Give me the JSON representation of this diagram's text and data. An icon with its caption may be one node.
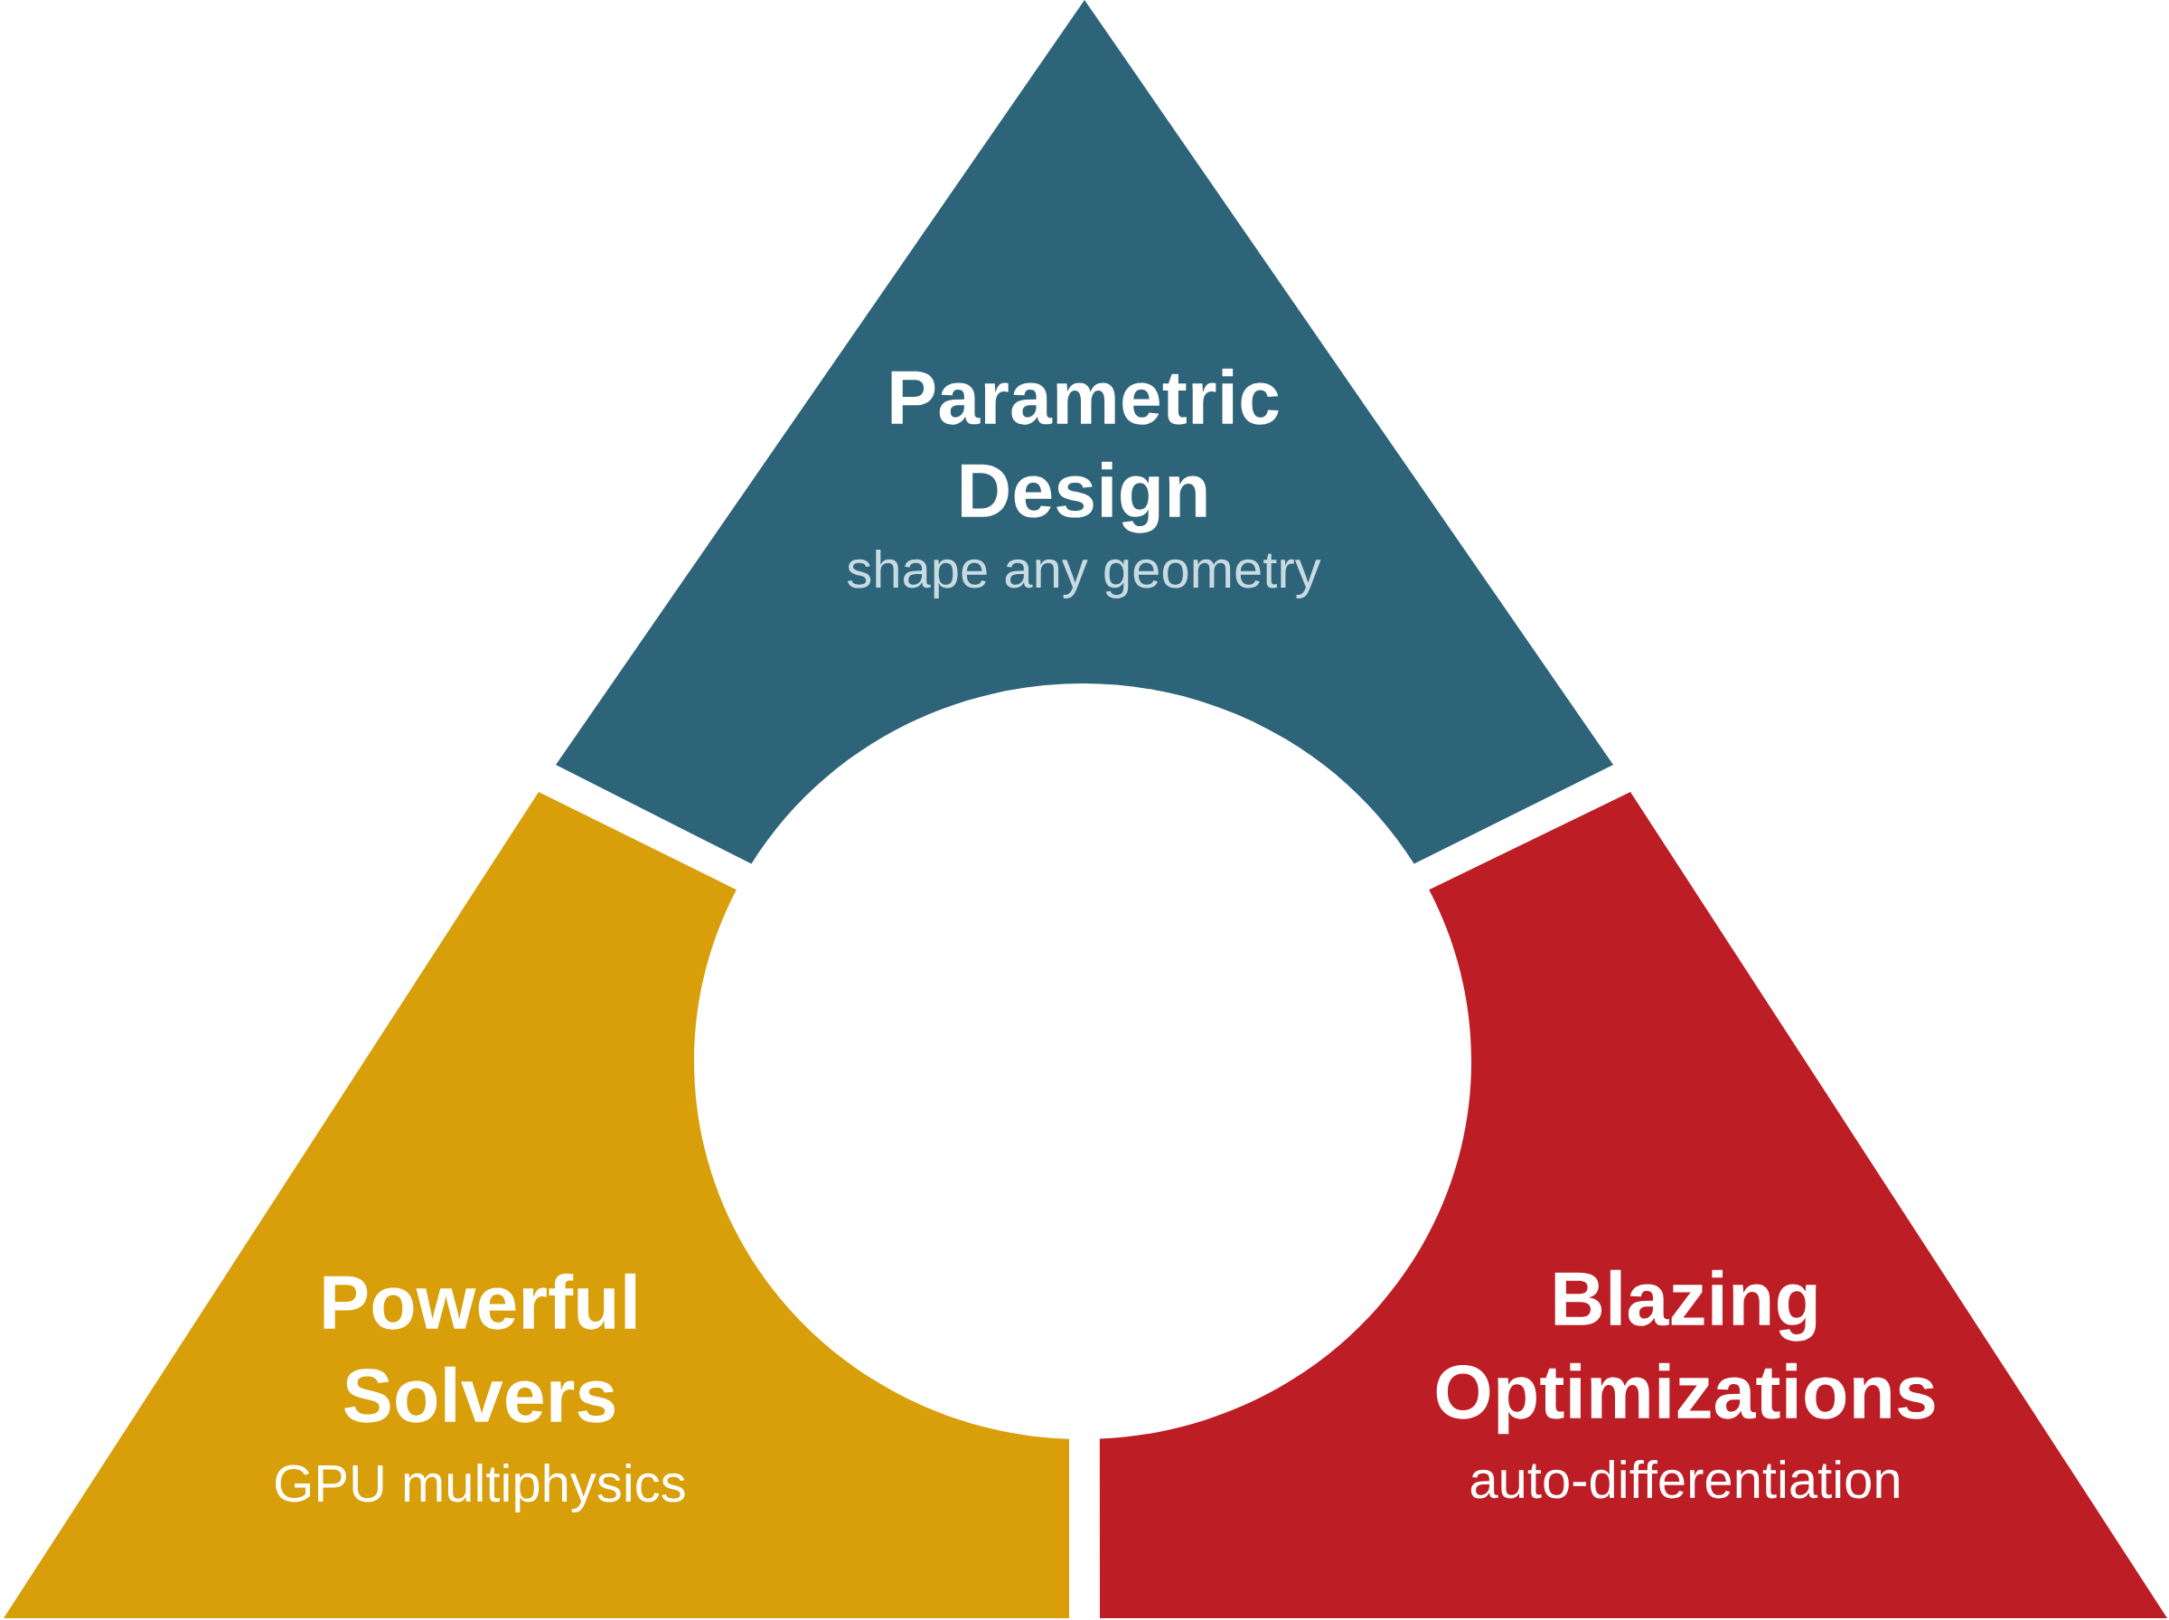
{
  "diagram": {
    "nodes": [
      {
        "text": [
          "Parametric Design",
          "shape any geometry"
        ]
      },
      {
        "text": [
          "Powerful Solvers",
          "GPU multiphysics"
        ]
      },
      {
        "text": [
          "Blazing Optimizations",
          "auto-differentiation"
        ]
      }
    ]
  }
}
